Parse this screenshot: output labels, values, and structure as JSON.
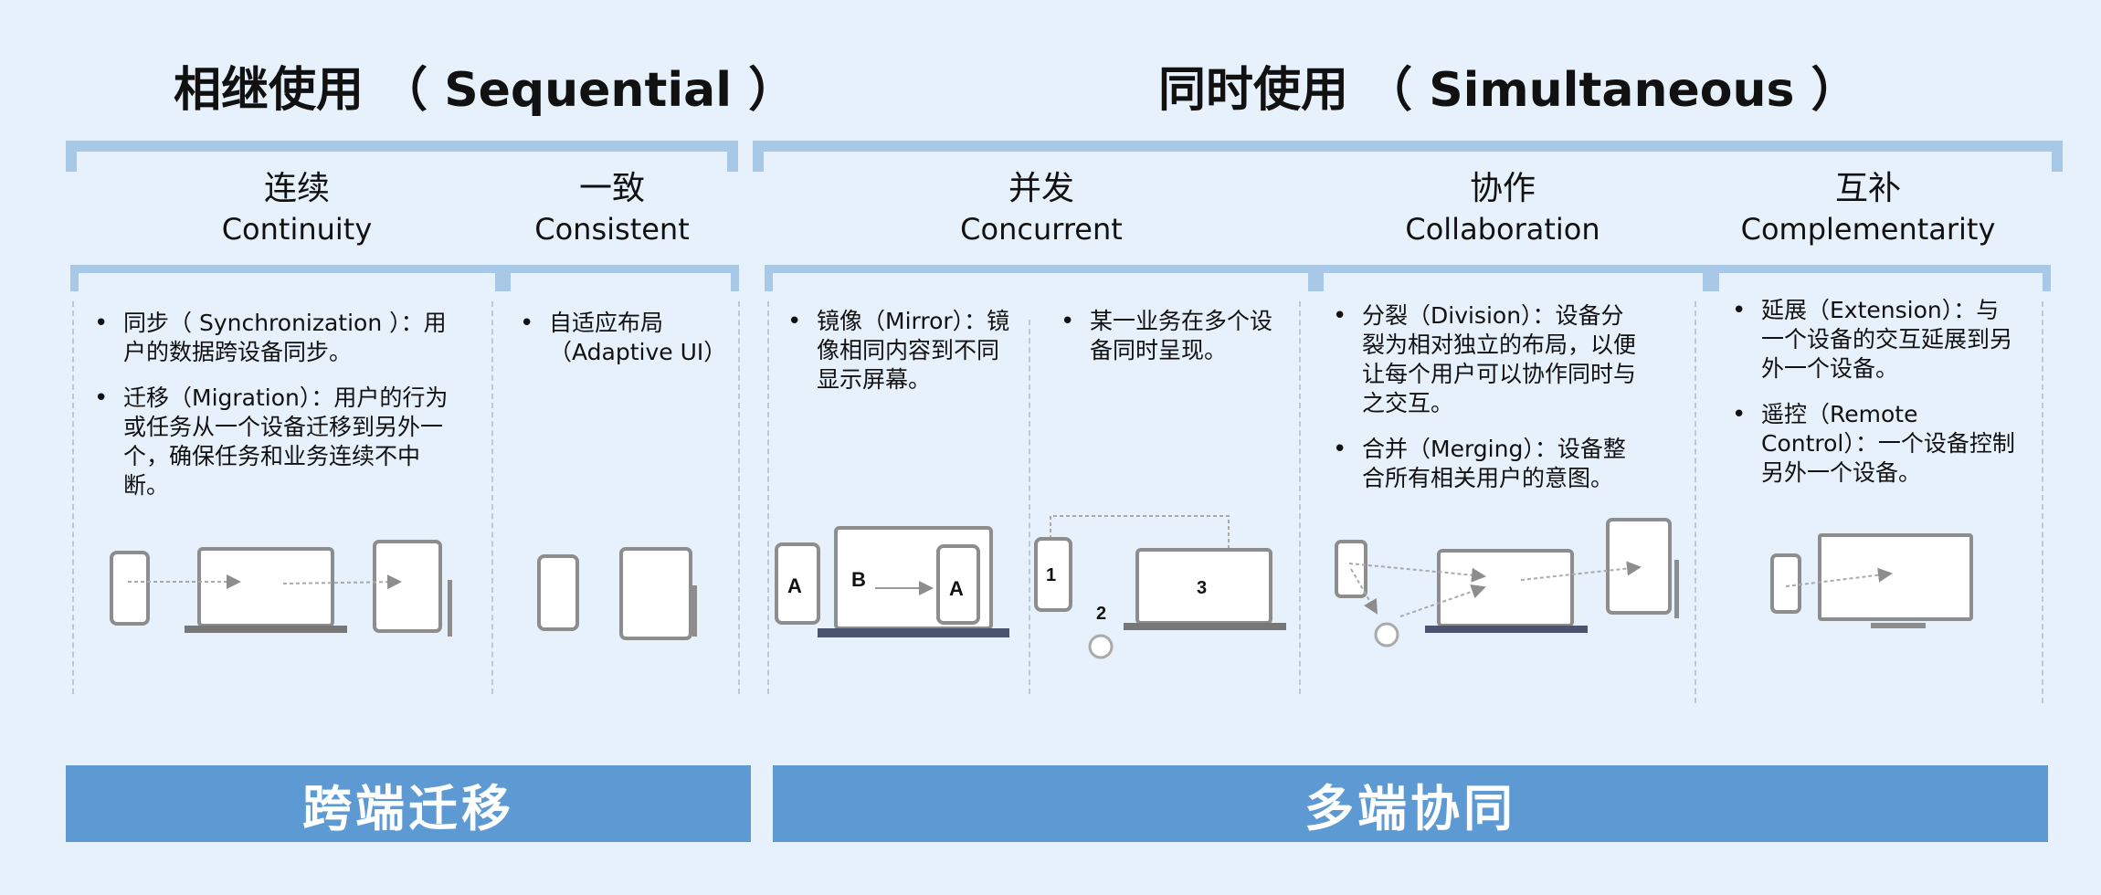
{
  "titles": {
    "sequential": "相继使用 （ Sequential ）",
    "simultaneous": "同时使用 （ Simultaneous ）"
  },
  "categories": [
    {
      "zh": "连续",
      "en": "Continuity"
    },
    {
      "zh": "一致",
      "en": "Consistent"
    },
    {
      "zh": "并发",
      "en": "Concurrent"
    },
    {
      "zh": "协作",
      "en": "Collaboration"
    },
    {
      "zh": "互补",
      "en": "Complementarity"
    }
  ],
  "items": {
    "continuity": [
      "同步（ Synchronization ）：用户的数据跨设备同步。",
      "迁移（Migration）：用户的行为或任务从一个设备迁移到另外一个，确保任务和业务连续不中断。"
    ],
    "consistent": [
      "自适应布局 （Adaptive UI）"
    ],
    "concurrent_mirror": [
      "镜像（Mirror）：镜像相同内容到不同显示屏幕。"
    ],
    "concurrent_multi": [
      "某一业务在多个设备同时呈现。"
    ],
    "collaboration": [
      "分裂（Division）：设备分裂为相对独立的布局，以便让每个用户可以协作同时与之交互。",
      "合并（Merging）：设备整合所有相关用户的意图。"
    ],
    "complementarity": [
      "延展（Extension）：与一个设备的交互延展到另外一个设备。",
      "遥控（Remote Control）：一个设备控制另外一个设备。"
    ]
  },
  "device_labels": {
    "a1": "A",
    "b": "B",
    "a2": "A",
    "n1": "1",
    "n2": "2",
    "n3": "3"
  },
  "bands": {
    "left": "跨端迁移",
    "right": "多端协同"
  },
  "colors": {
    "background": "#e6f1fc",
    "bracket": "#a7c8e6",
    "band": "#5d9ad3",
    "device": "#8d8d8d"
  }
}
